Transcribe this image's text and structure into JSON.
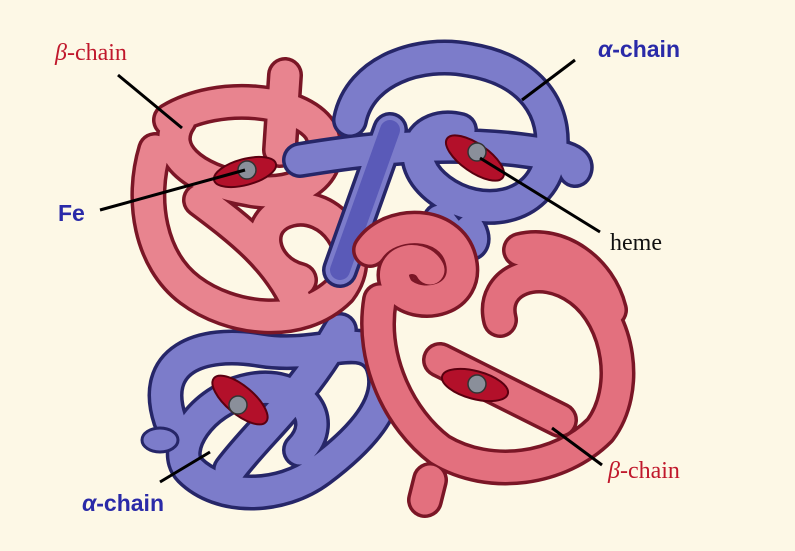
{
  "title": "Hemoglobin structure",
  "labels": {
    "beta_top": {
      "greek": "β",
      "text": "-chain"
    },
    "alpha_top": {
      "greek": "α",
      "text": "-chain"
    },
    "fe": "Fe",
    "heme": "heme",
    "beta_bottom": {
      "greek": "β",
      "text": "-chain"
    },
    "alpha_bottom": {
      "greek": "α",
      "text": "-chain"
    }
  },
  "colors": {
    "beta_fill": "#e8848f",
    "beta_outline": "#7a1626",
    "alpha_fill": "#7c7cca",
    "alpha_outline": "#262668",
    "heme": "#b3102a",
    "iron": "#8a8f9a",
    "background": "#fdf8e6"
  }
}
